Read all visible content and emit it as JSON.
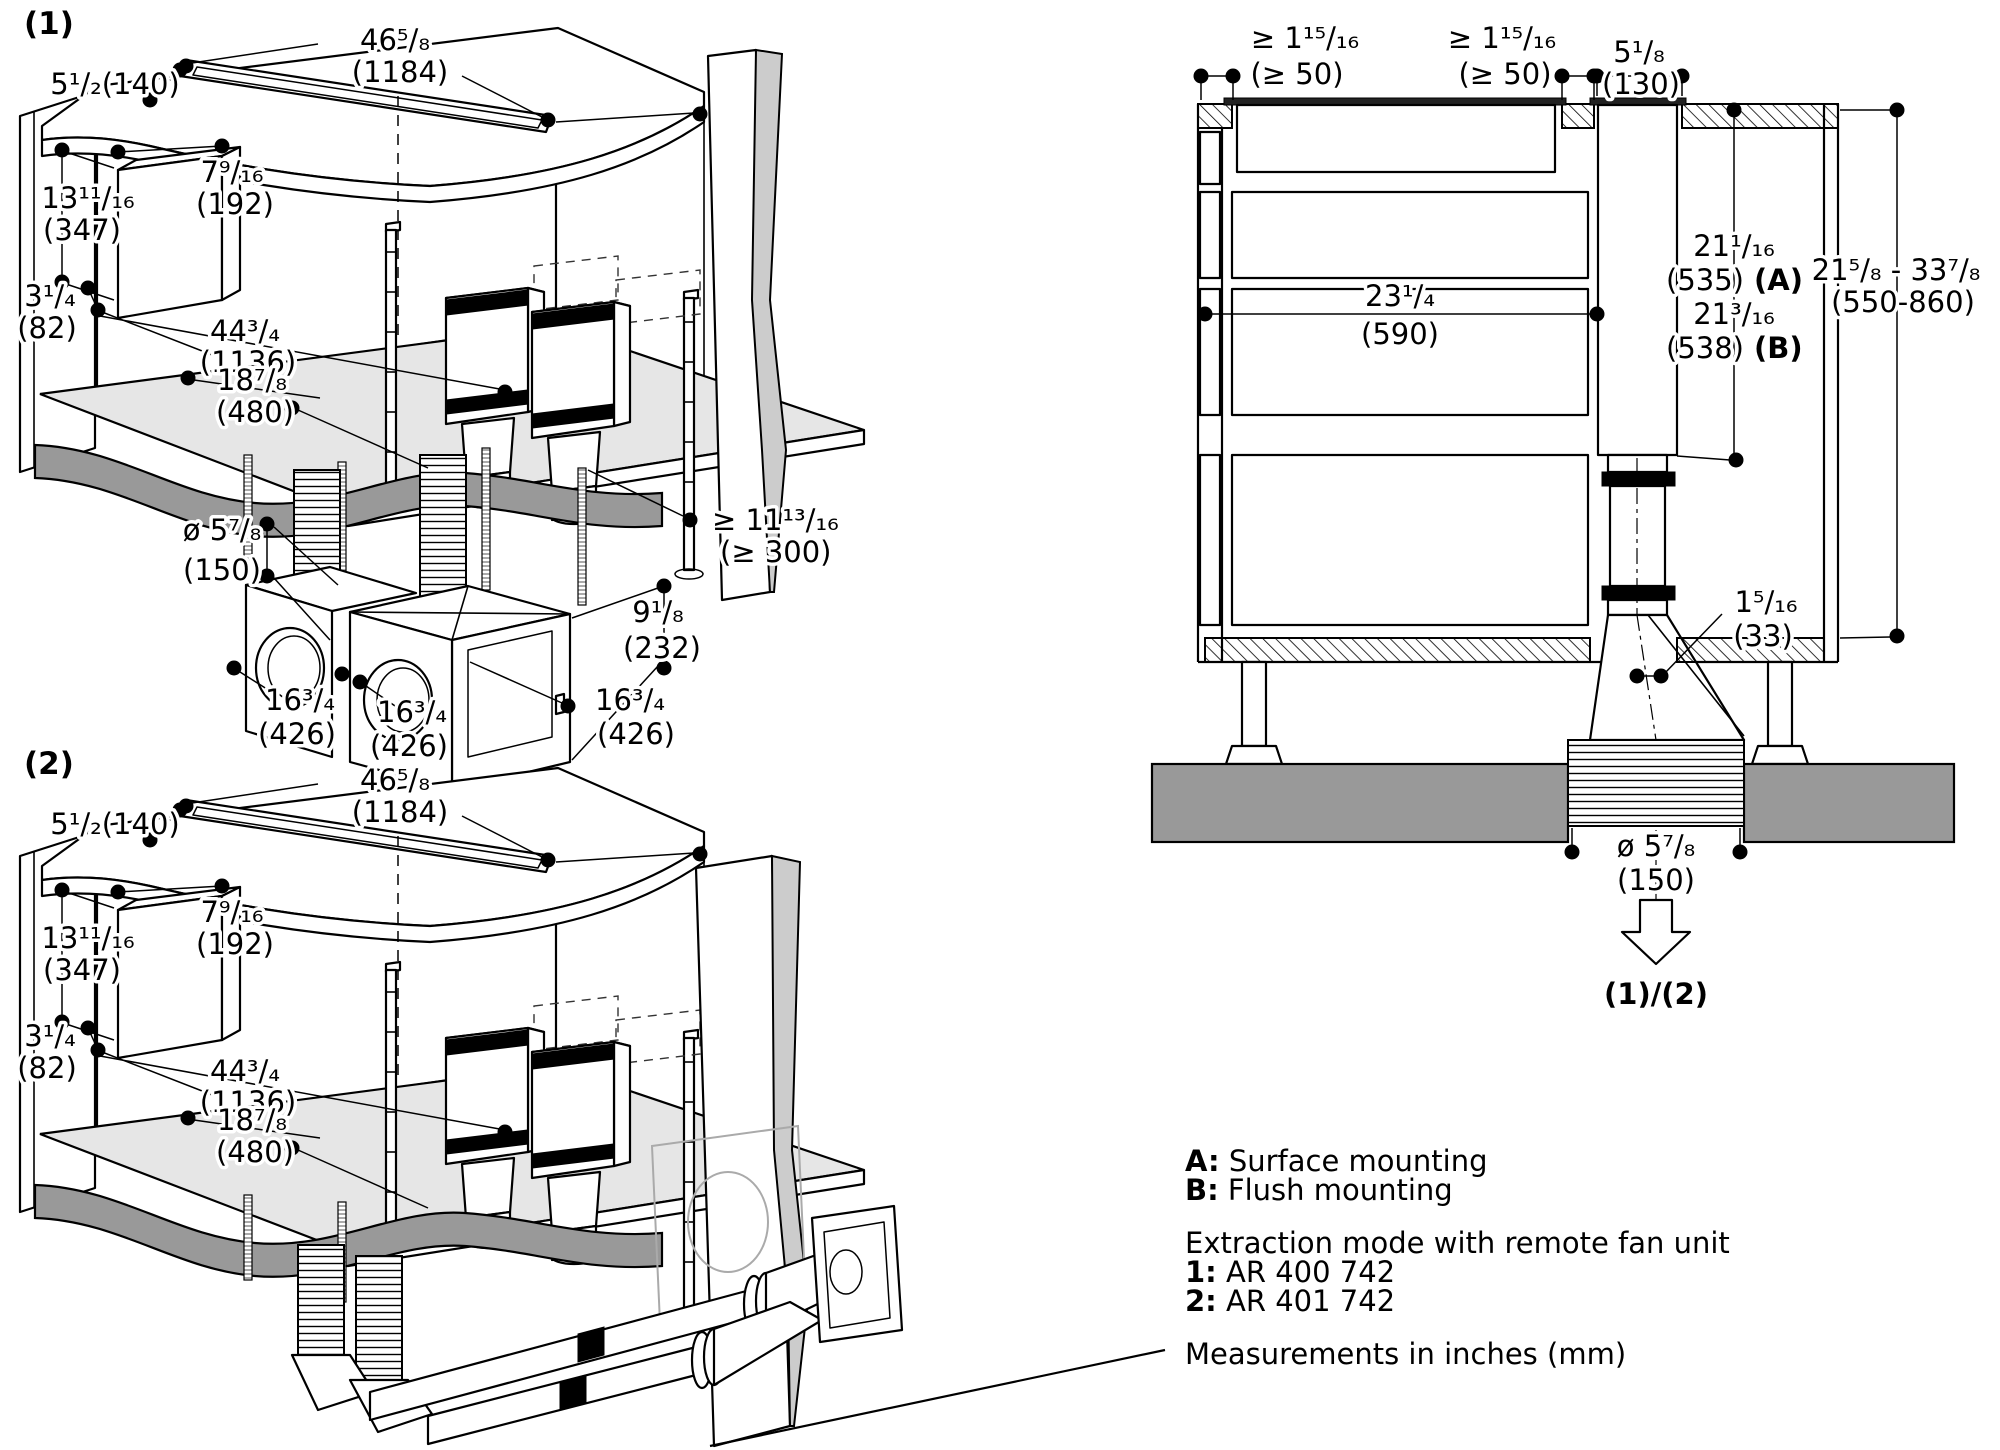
{
  "figure1": {
    "tag": "(1)",
    "dims": {
      "slot_length_in": "46⁵/₈",
      "slot_length_mm": "(1184)",
      "slot_front_offset": "5¹/₂(140)",
      "control_box_width_in": "7⁹/₁₆",
      "control_box_width_mm": "(192)",
      "control_box_height_in": "13¹¹/₁₆",
      "control_box_height_mm": "(347)",
      "box_bottom_offset_in": "3¹/₄",
      "box_bottom_offset_mm": "(82)",
      "floor_cutout_length_in": "44³/₄",
      "floor_cutout_length_mm": "(1136)",
      "floor_cutout_depth_in": "18⁷/₈",
      "floor_cutout_depth_mm": "(480)",
      "duct_diameter_in": "ø 5⁷/₈",
      "duct_diameter_mm": "(150)",
      "fan_width_left_in": "16³/₄",
      "fan_width_left_mm": "(426)",
      "fan_width_mid_in": "16³/₄",
      "fan_width_mid_mm": "(426)",
      "fan_width_right_in": "16³/₄",
      "fan_width_right_mm": "(426)",
      "fan_height_in": "9¹/₈",
      "fan_height_mm": "(232)",
      "ceiling_clearance_in": "≥ 11¹³/₁₆",
      "ceiling_clearance_mm": "(≥ 300)"
    }
  },
  "figure2": {
    "tag": "(2)",
    "dims": {
      "slot_length_in": "46⁵/₈",
      "slot_length_mm": "(1184)",
      "slot_front_offset": "5¹/₂(140)",
      "control_box_width_in": "7⁹/₁₆",
      "control_box_width_mm": "(192)",
      "control_box_height_in": "13¹¹/₁₆",
      "control_box_height_mm": "(347)",
      "box_bottom_offset_in": "3¹/₄",
      "box_bottom_offset_mm": "(82)",
      "floor_cutout_length_in": "44³/₄",
      "floor_cutout_length_mm": "(1136)",
      "floor_cutout_depth_in": "18⁷/₈",
      "floor_cutout_depth_mm": "(480)"
    }
  },
  "section": {
    "dims": {
      "margin_left_in": "≥ 1¹⁵/₁₆",
      "margin_left_mm": "(≥ 50)",
      "margin_right_in": "≥ 1¹⁵/₁₆",
      "margin_right_mm": "(≥ 50)",
      "shaft_width_in": "5¹/₈",
      "shaft_width_mm": "(130)",
      "cabinet_depth_in": "23¹/₄",
      "cabinet_depth_mm": "(590)",
      "height_surface_in": "21¹/₁₆",
      "height_surface_mm": "(535)",
      "height_surface_key": "(A)",
      "height_flush_in": "21³/₁₆",
      "height_flush_mm": "(538)",
      "height_flush_key": "(B)",
      "adjust_height_in": "21⁵/₈ - 33⁷/₈",
      "adjust_height_mm": "(550-860)",
      "duct_offset_in": "1⁵/₁₆",
      "duct_offset_mm": "(33)",
      "duct_diameter_in": "ø 5⁷/₈",
      "duct_diameter_mm": "(150)",
      "outlet_ref": "(1)/(2)"
    }
  },
  "legend": {
    "mount_a_key": "A:",
    "mount_a_text": "Surface mounting",
    "mount_b_key": "B:",
    "mount_b_text": "Flush mounting",
    "mode_title": "Extraction mode with remote fan unit",
    "model1_key": "1:",
    "model1_text": "AR 400 742",
    "model2_key": "2:",
    "model2_text": "AR 401 742",
    "units_note": "Measurements in inches (mm)"
  }
}
